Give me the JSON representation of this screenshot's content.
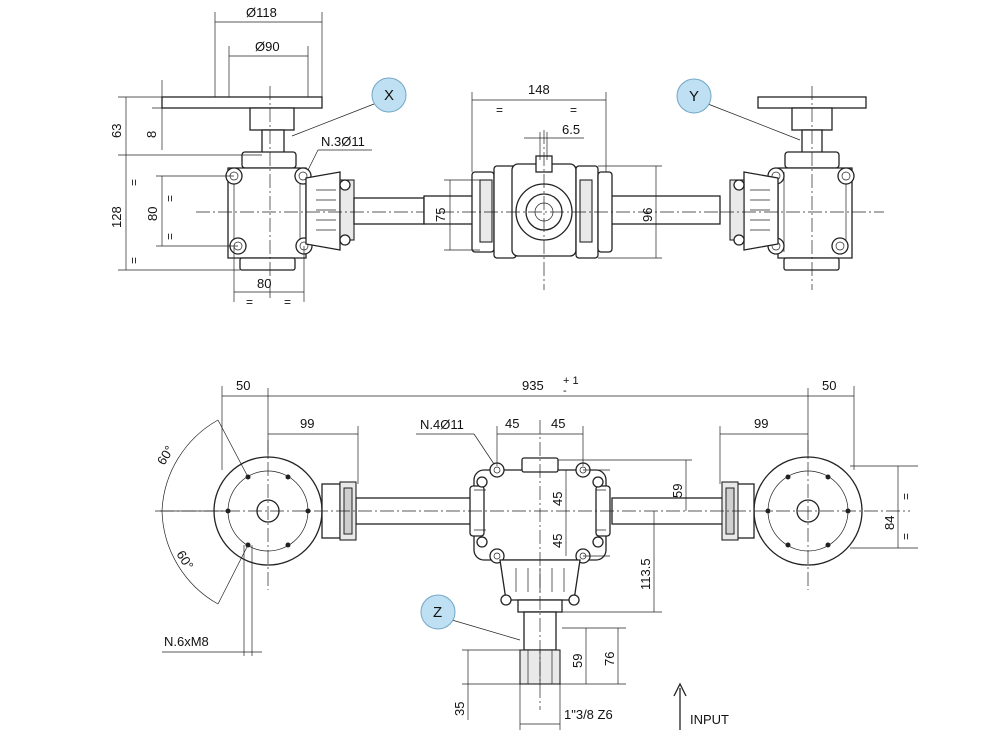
{
  "callouts": {
    "x": "X",
    "y": "Y",
    "z": "Z"
  },
  "dimensions": {
    "d118": "Ø118",
    "d90": "Ø90",
    "h63": "63",
    "h8": "8",
    "holes_top": "N.3Ø11",
    "h128": "128",
    "h80v": "80",
    "w80": "80",
    "w148": "148",
    "w6_5": "6.5",
    "h75": "75",
    "h96": "96",
    "w935": "935",
    "tol935": "+ 1",
    "tol935b": "-",
    "w50l": "50",
    "w50r": "50",
    "w99l": "99",
    "w99r": "99",
    "holes_center": "N.4Ø11",
    "w45a": "45",
    "w45b": "45",
    "h45a": "45",
    "h45b": "45",
    "h59a": "59",
    "h84": "84",
    "h113_5": "113.5",
    "h76": "76",
    "h59b": "59",
    "h35": "35",
    "spline": "1\"3/8 Z6",
    "ang60a": "60°",
    "ang60b": "60°",
    "threads": "N.6xM8"
  },
  "symmetry_mark": "=",
  "input_label": "INPUT"
}
